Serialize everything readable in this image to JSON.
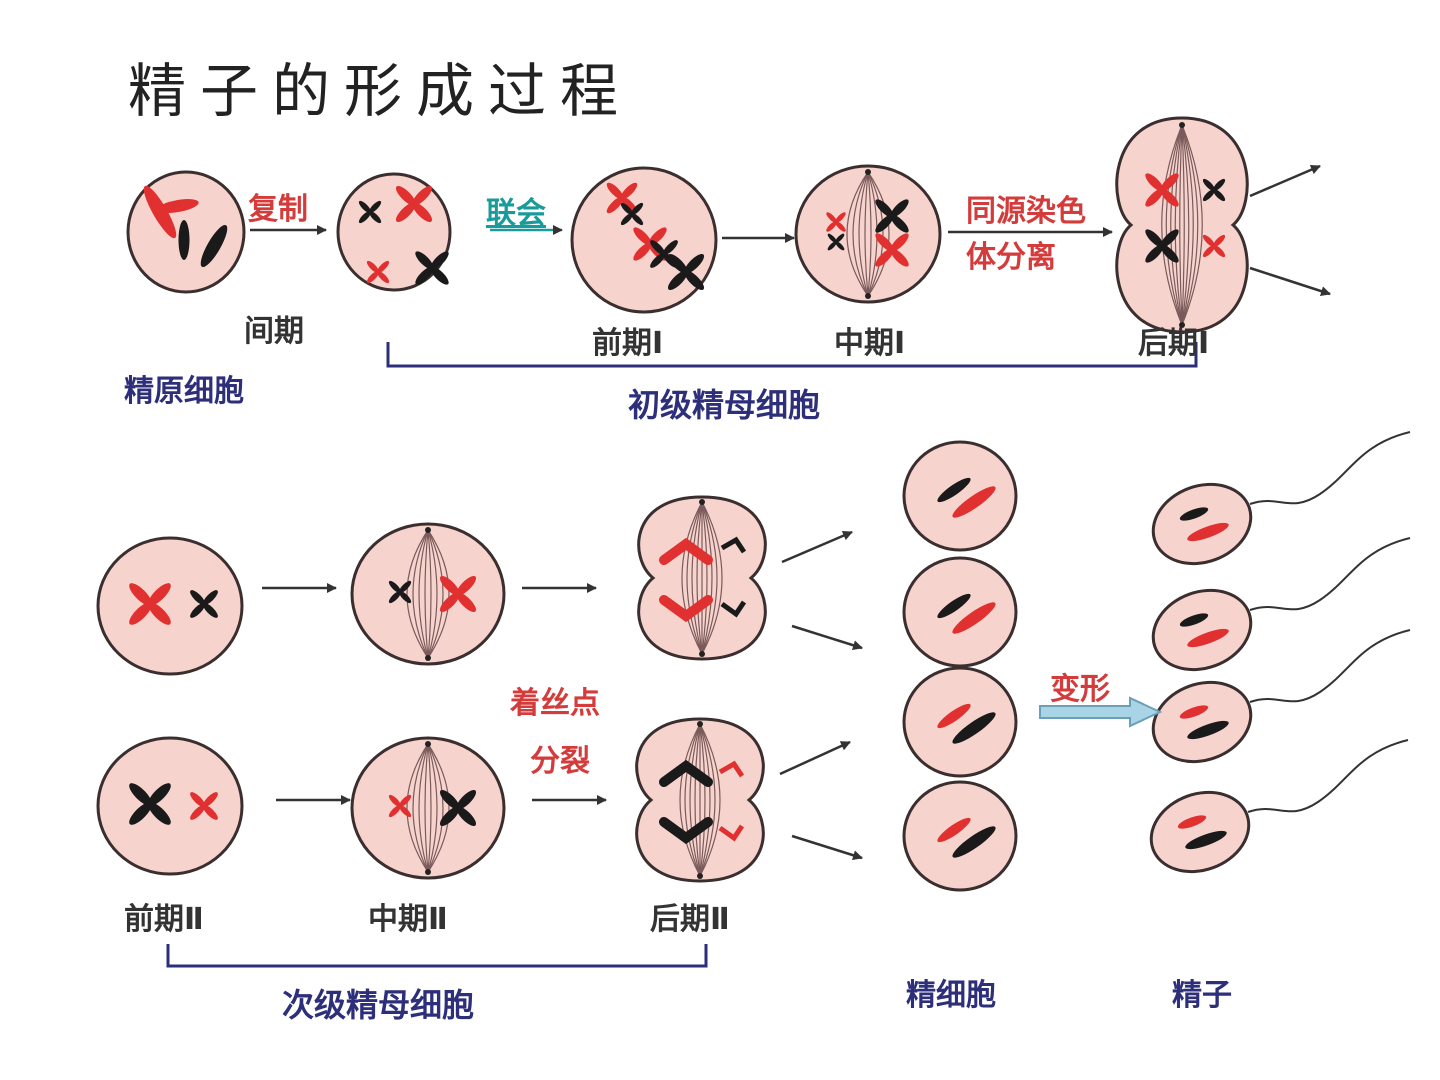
{
  "title": "精子的形成过程",
  "colors": {
    "cell_fill": "#f7d3cd",
    "cell_stroke": "#3a2e2e",
    "chrom_red": "#e03030",
    "chrom_black": "#1a1a1a",
    "label_red": "#d43c3c",
    "label_navy": "#2e2f7a",
    "label_teal": "#1a9b9b"
  },
  "labels": {
    "fuzhi": "复制",
    "lianhui": "联会",
    "tongyuan_1": "同源染色",
    "tongyuan_2": "体分离",
    "jianqi": "间期",
    "jingyuan": "精原细胞",
    "qianqi1": "前期Ⅰ",
    "zhongqi1": "中期Ⅰ",
    "houqi1": "后期Ⅰ",
    "chuji": "初级精母细胞",
    "zhaosi_1": "着丝点",
    "zhaosi_2": "分裂",
    "bianxing": "变形",
    "qianqi2": "前期Ⅱ",
    "zhongqi2": "中期Ⅱ",
    "houqi2": "后期Ⅱ",
    "ciji": "次级精母细胞",
    "jingxibao": "精细胞",
    "jingzi": "精子"
  }
}
